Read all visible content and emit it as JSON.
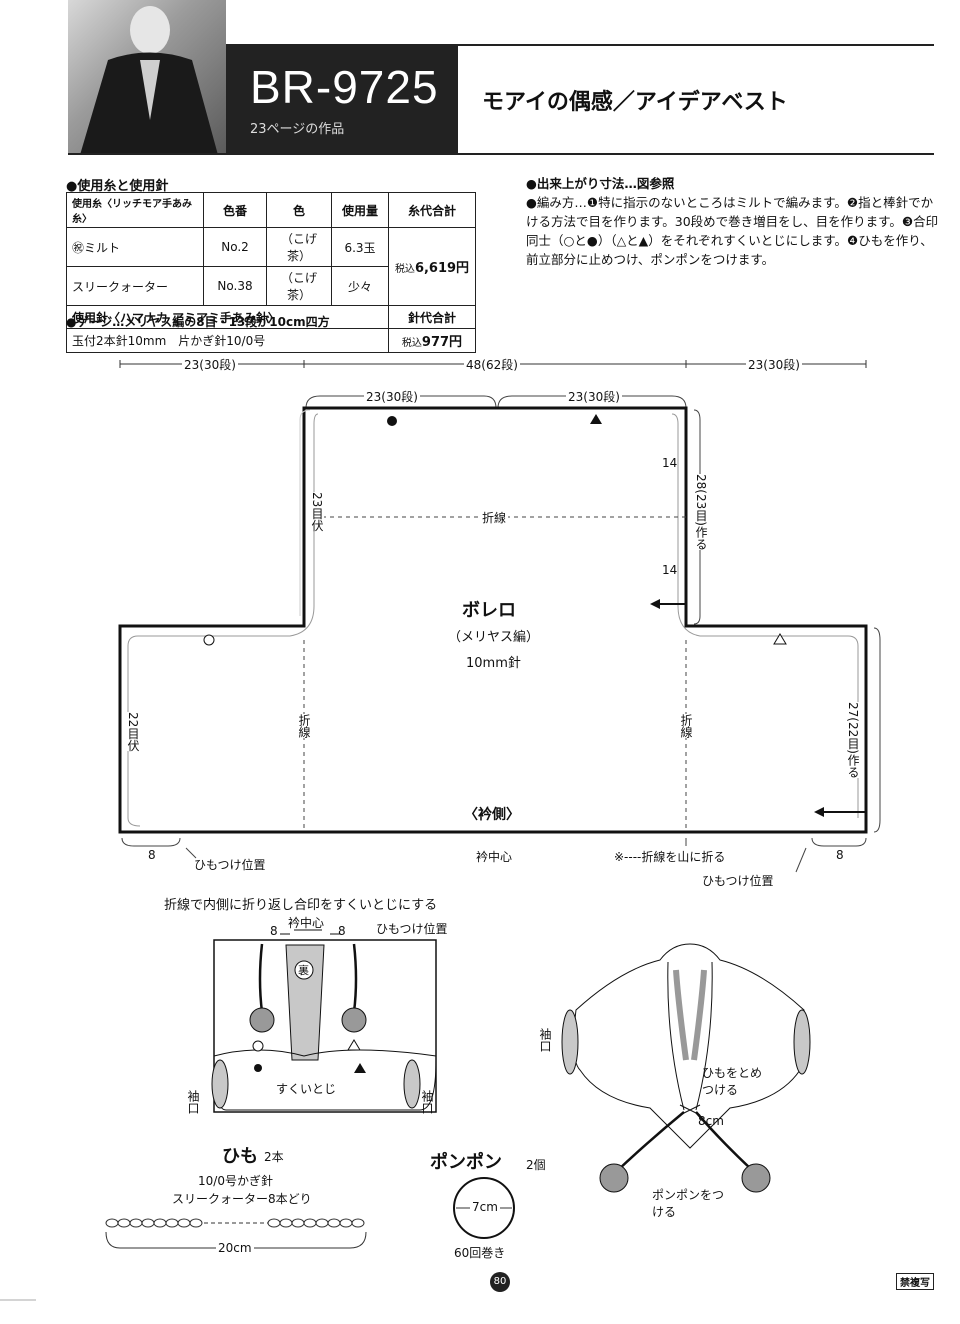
{
  "header": {
    "code": "BR-9725",
    "sub": "23ページの作品",
    "title": "モアイの偶感／アイデアベスト"
  },
  "yarn_section": {
    "heading": "●使用糸と使用針",
    "col_headers": [
      "使用糸〈リッチモア手あみ糸〉",
      "色番",
      "色",
      "使用量",
      "糸代合計"
    ],
    "rows": [
      {
        "name": "㊗ミルト",
        "number": "No.2",
        "color": "（こげ茶）",
        "amount": "6.3玉"
      },
      {
        "name": "スリークォーター",
        "number": "No.38",
        "color": "（こげ茶）",
        "amount": "少々"
      }
    ],
    "yarn_total_prefix": "税込",
    "yarn_total": "6,619円",
    "needle_header": "使用針〈ハマナカ アミアミ手あみ針〉",
    "needle_total_header": "針代合計",
    "needles": "玉付2本針10mm　片かぎ針10/0号",
    "needle_total_prefix": "税込",
    "needle_total": "977円",
    "gauge": "●ゲージ…メリヤス編の8目・13段が10cm四方"
  },
  "method": {
    "size": "●出来上がり寸法…図参照",
    "text": "●編み方…❶特に指示のないところはミルトで編みます。❷指と棒針でかける方法で目を作ります。30段めで巻き増目をし、目を作ります。❸合印同士（○と●）（△と▲）をそれぞれすくいとじにします。❹ひもを作り、前立部分に止めつけ、ポンポンをつけます。"
  },
  "diagram": {
    "top_left": "23(30段)",
    "top_mid": "48(62段)",
    "top_right": "23(30段)",
    "inner_left": "23(30段)",
    "inner_right": "23(30段)",
    "right_14a": "14",
    "right_14b": "14",
    "right_28": "28(23目)作る",
    "left_23": "23目伏",
    "fold_mid": "折線",
    "title": "ボレロ",
    "stitch": "（メリヤス編）",
    "needle": "10mm針",
    "left_22": "22目伏",
    "fold_left": "折線",
    "fold_right": "折線",
    "right_27": "27(22目)作る",
    "collar": "〈衿側〉",
    "bottom_8_left": "8",
    "bottom_8_right": "8",
    "tie_pos_left": "ひもつけ位置",
    "collar_center": "衿中心",
    "fold_note": "※----折線を山に折る",
    "tie_pos_right": "ひもつけ位置"
  },
  "assembly": {
    "title": "折線で内側に折り返し合印をすくいとじにする",
    "collar_center": "衿中心",
    "tie_pos": "ひもつけ位置",
    "n8a": "8",
    "n8b": "8",
    "ura": "裏",
    "sukui": "すくいとじ",
    "sleeve_l": "袖口",
    "sleeve_r": "袖口"
  },
  "finished": {
    "sleeve": "袖口",
    "tie_note": "ひもをとめつける",
    "cm8": "8cm",
    "pompom_note": "ポンポンをつける"
  },
  "cord": {
    "title": "ひも",
    "count": "2本",
    "line1": "10/0号かぎ針",
    "line2": "スリークォーター8本どり",
    "length": "20cm"
  },
  "pompom": {
    "title": "ポンポン",
    "count": "2個",
    "size": "7cm",
    "wraps": "60回巻き"
  },
  "footer": {
    "page": "80",
    "no_copy": "禁複写"
  }
}
